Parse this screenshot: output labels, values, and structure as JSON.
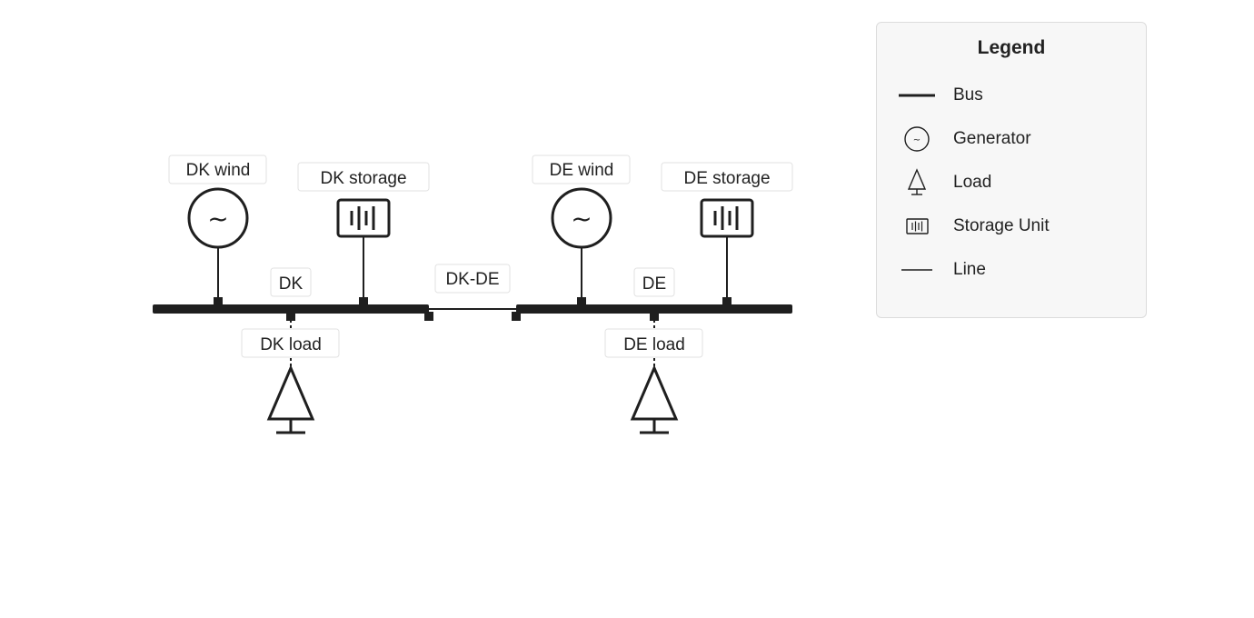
{
  "diagram": {
    "buses": [
      {
        "id": "DK",
        "label": "DK"
      },
      {
        "id": "DE",
        "label": "DE"
      }
    ],
    "generators": [
      {
        "label": "DK wind",
        "bus": "DK",
        "symbol": "~"
      },
      {
        "label": "DE wind",
        "bus": "DE",
        "symbol": "~"
      }
    ],
    "storage_units": [
      {
        "label": "DK storage",
        "bus": "DK"
      },
      {
        "label": "DE storage",
        "bus": "DE"
      }
    ],
    "loads": [
      {
        "label": "DK load",
        "bus": "DK"
      },
      {
        "label": "DE load",
        "bus": "DE"
      }
    ],
    "lines": [
      {
        "label": "DK-DE",
        "from": "DK",
        "to": "DE"
      }
    ]
  },
  "legend": {
    "title": "Legend",
    "items": [
      {
        "label": "Bus",
        "icon": "bus-icon"
      },
      {
        "label": "Generator",
        "icon": "generator-icon"
      },
      {
        "label": "Load",
        "icon": "load-icon"
      },
      {
        "label": "Storage Unit",
        "icon": "storage-unit-icon"
      },
      {
        "label": "Line",
        "icon": "line-icon"
      }
    ]
  },
  "colors": {
    "stroke": "#1f1f1f",
    "label_border": "#e2e2e2",
    "legend_background": "#f7f7f7",
    "legend_border": "#dcdcdc"
  }
}
